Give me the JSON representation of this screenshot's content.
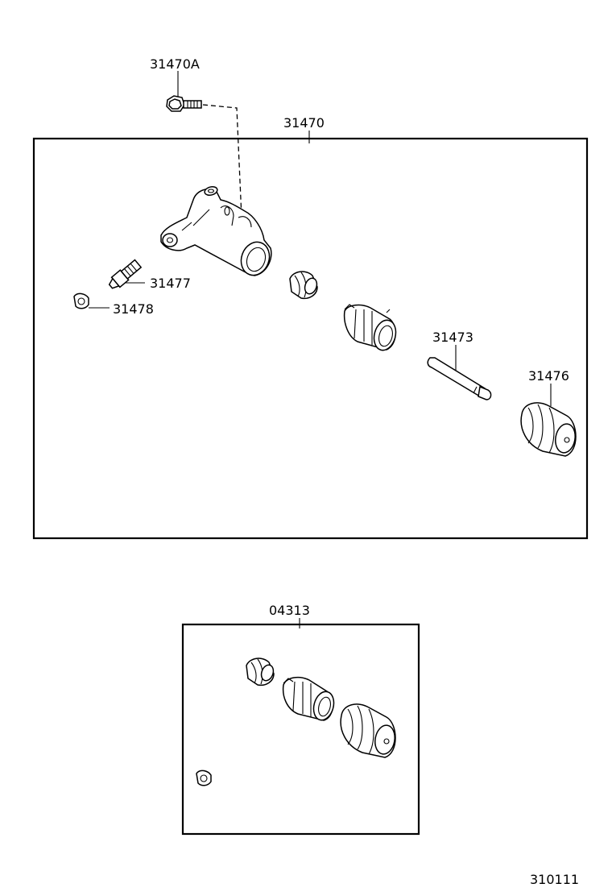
{
  "labels": {
    "bolt": "31470A",
    "cylinder_assy": "31470",
    "bleeder_plug": "31477",
    "bleeder_cap": "31478",
    "push_rod": "31473",
    "boot": "31476",
    "repair_kit": "04313",
    "figure_number": "310111"
  },
  "icons": {
    "bolt": "hex-bolt-icon",
    "cylinder": "release-cylinder-body-icon",
    "cup": "piston-cup-icon",
    "piston": "piston-icon",
    "rod": "push-rod-icon",
    "boot": "bellows-boot-icon",
    "cap": "bleeder-cap-icon",
    "plug": "bleeder-plug-icon"
  },
  "colors": {
    "ink": "#000000",
    "paper": "#ffffff"
  }
}
